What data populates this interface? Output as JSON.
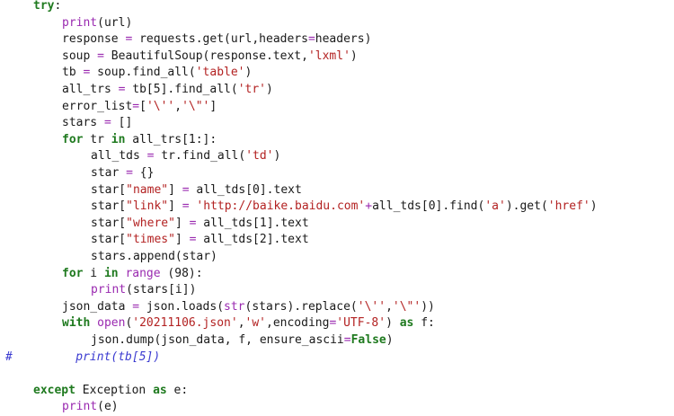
{
  "editor": {
    "colors": {
      "background": "#ffffff",
      "keyword": "#1f7a1f",
      "builtin": "#9a2ab0",
      "string": "#b32222",
      "comment": "#3a3ad0",
      "text": "#1a1a1a"
    },
    "lines": [
      {
        "indent": 1,
        "tokens": [
          [
            "kw",
            "try"
          ],
          [
            "id",
            ":"
          ]
        ]
      },
      {
        "indent": 2,
        "tokens": [
          [
            "fn",
            "print"
          ],
          [
            "id",
            "(url)"
          ]
        ]
      },
      {
        "indent": 2,
        "tokens": [
          [
            "id",
            "response "
          ],
          [
            "op",
            "="
          ],
          [
            "id",
            " requests.get(url,headers"
          ],
          [
            "op",
            "="
          ],
          [
            "id",
            "headers)"
          ]
        ]
      },
      {
        "indent": 2,
        "tokens": [
          [
            "id",
            "soup "
          ],
          [
            "op",
            "="
          ],
          [
            "id",
            " BeautifulSoup(response.text,"
          ],
          [
            "str",
            "'lxml'"
          ],
          [
            "id",
            ")"
          ]
        ]
      },
      {
        "indent": 2,
        "tokens": [
          [
            "id",
            "tb "
          ],
          [
            "op",
            "="
          ],
          [
            "id",
            " soup.find_all("
          ],
          [
            "str",
            "'table'"
          ],
          [
            "id",
            ")"
          ]
        ]
      },
      {
        "indent": 2,
        "tokens": [
          [
            "id",
            "all_trs "
          ],
          [
            "op",
            "="
          ],
          [
            "id",
            " tb[5].find_all("
          ],
          [
            "str",
            "'tr'"
          ],
          [
            "id",
            ")"
          ]
        ]
      },
      {
        "indent": 2,
        "tokens": [
          [
            "id",
            "error_list"
          ],
          [
            "op",
            "="
          ],
          [
            "id",
            "["
          ],
          [
            "str",
            "'\\''"
          ],
          [
            "id",
            ","
          ],
          [
            "str",
            "'\\\"'"
          ],
          [
            "id",
            "]"
          ]
        ]
      },
      {
        "indent": 2,
        "tokens": [
          [
            "id",
            "stars "
          ],
          [
            "op",
            "="
          ],
          [
            "id",
            " []"
          ]
        ]
      },
      {
        "indent": 2,
        "tokens": [
          [
            "kw",
            "for"
          ],
          [
            "id",
            " tr "
          ],
          [
            "kw",
            "in"
          ],
          [
            "id",
            " all_trs[1:]:"
          ]
        ]
      },
      {
        "indent": 3,
        "tokens": [
          [
            "id",
            "all_tds "
          ],
          [
            "op",
            "="
          ],
          [
            "id",
            " tr.find_all("
          ],
          [
            "str",
            "'td'"
          ],
          [
            "id",
            ")"
          ]
        ]
      },
      {
        "indent": 3,
        "tokens": [
          [
            "id",
            "star "
          ],
          [
            "op",
            "="
          ],
          [
            "id",
            " {}"
          ]
        ]
      },
      {
        "indent": 3,
        "tokens": [
          [
            "id",
            "star["
          ],
          [
            "str",
            "\"name\""
          ],
          [
            "id",
            "] "
          ],
          [
            "op",
            "="
          ],
          [
            "id",
            " all_tds[0].text"
          ]
        ]
      },
      {
        "indent": 3,
        "tokens": [
          [
            "id",
            "star["
          ],
          [
            "str",
            "\"link\""
          ],
          [
            "id",
            "] "
          ],
          [
            "op",
            "="
          ],
          [
            "id",
            " "
          ],
          [
            "str",
            "'http://baike.baidu.com'"
          ],
          [
            "op",
            "+"
          ],
          [
            "id",
            "all_tds[0].find("
          ],
          [
            "str",
            "'a'"
          ],
          [
            "id",
            ").get("
          ],
          [
            "str",
            "'href'"
          ],
          [
            "id",
            ")"
          ]
        ]
      },
      {
        "indent": 3,
        "tokens": [
          [
            "id",
            "star["
          ],
          [
            "str",
            "\"where\""
          ],
          [
            "id",
            "] "
          ],
          [
            "op",
            "="
          ],
          [
            "id",
            " all_tds[1].text"
          ]
        ]
      },
      {
        "indent": 3,
        "tokens": [
          [
            "id",
            "star["
          ],
          [
            "str",
            "\"times\""
          ],
          [
            "id",
            "] "
          ],
          [
            "op",
            "="
          ],
          [
            "id",
            " all_tds[2].text"
          ]
        ]
      },
      {
        "indent": 3,
        "tokens": [
          [
            "id",
            "stars.append(star)"
          ]
        ]
      },
      {
        "indent": 2,
        "tokens": [
          [
            "kw",
            "for"
          ],
          [
            "id",
            " i "
          ],
          [
            "kw",
            "in"
          ],
          [
            "id",
            " "
          ],
          [
            "fn",
            "range"
          ],
          [
            "id",
            " (98):"
          ]
        ]
      },
      {
        "indent": 3,
        "tokens": [
          [
            "fn",
            "print"
          ],
          [
            "id",
            "(stars[i])"
          ]
        ]
      },
      {
        "indent": 2,
        "tokens": [
          [
            "id",
            "json_data "
          ],
          [
            "op",
            "="
          ],
          [
            "id",
            " json.loads("
          ],
          [
            "fn",
            "str"
          ],
          [
            "id",
            "(stars).replace("
          ],
          [
            "str",
            "'\\''"
          ],
          [
            "id",
            ","
          ],
          [
            "str",
            "'\\\"'"
          ],
          [
            "id",
            "))"
          ]
        ]
      },
      {
        "indent": 2,
        "tokens": [
          [
            "kw",
            "with"
          ],
          [
            "id",
            " "
          ],
          [
            "fn",
            "open"
          ],
          [
            "id",
            "("
          ],
          [
            "str",
            "'20211106.json'"
          ],
          [
            "id",
            ","
          ],
          [
            "str",
            "'w'"
          ],
          [
            "id",
            ",encoding"
          ],
          [
            "op",
            "="
          ],
          [
            "str",
            "'UTF-8'"
          ],
          [
            "id",
            ") "
          ],
          [
            "kw",
            "as"
          ],
          [
            "id",
            " f:"
          ]
        ]
      },
      {
        "indent": 3,
        "tokens": [
          [
            "id",
            "json.dump(json_data, f, ensure_ascii"
          ],
          [
            "op",
            "="
          ],
          [
            "kw",
            "False"
          ],
          [
            "id",
            ")"
          ]
        ]
      },
      {
        "indent": 0,
        "tokens": [
          [
            "cm",
            "#         print(tb[5])"
          ]
        ]
      },
      {
        "indent": 0,
        "tokens": []
      },
      {
        "indent": 1,
        "tokens": [
          [
            "kw",
            "except"
          ],
          [
            "id",
            " Exception "
          ],
          [
            "kw",
            "as"
          ],
          [
            "id",
            " e:"
          ]
        ]
      },
      {
        "indent": 2,
        "tokens": [
          [
            "fn",
            "print"
          ],
          [
            "id",
            "(e)"
          ]
        ]
      }
    ]
  }
}
